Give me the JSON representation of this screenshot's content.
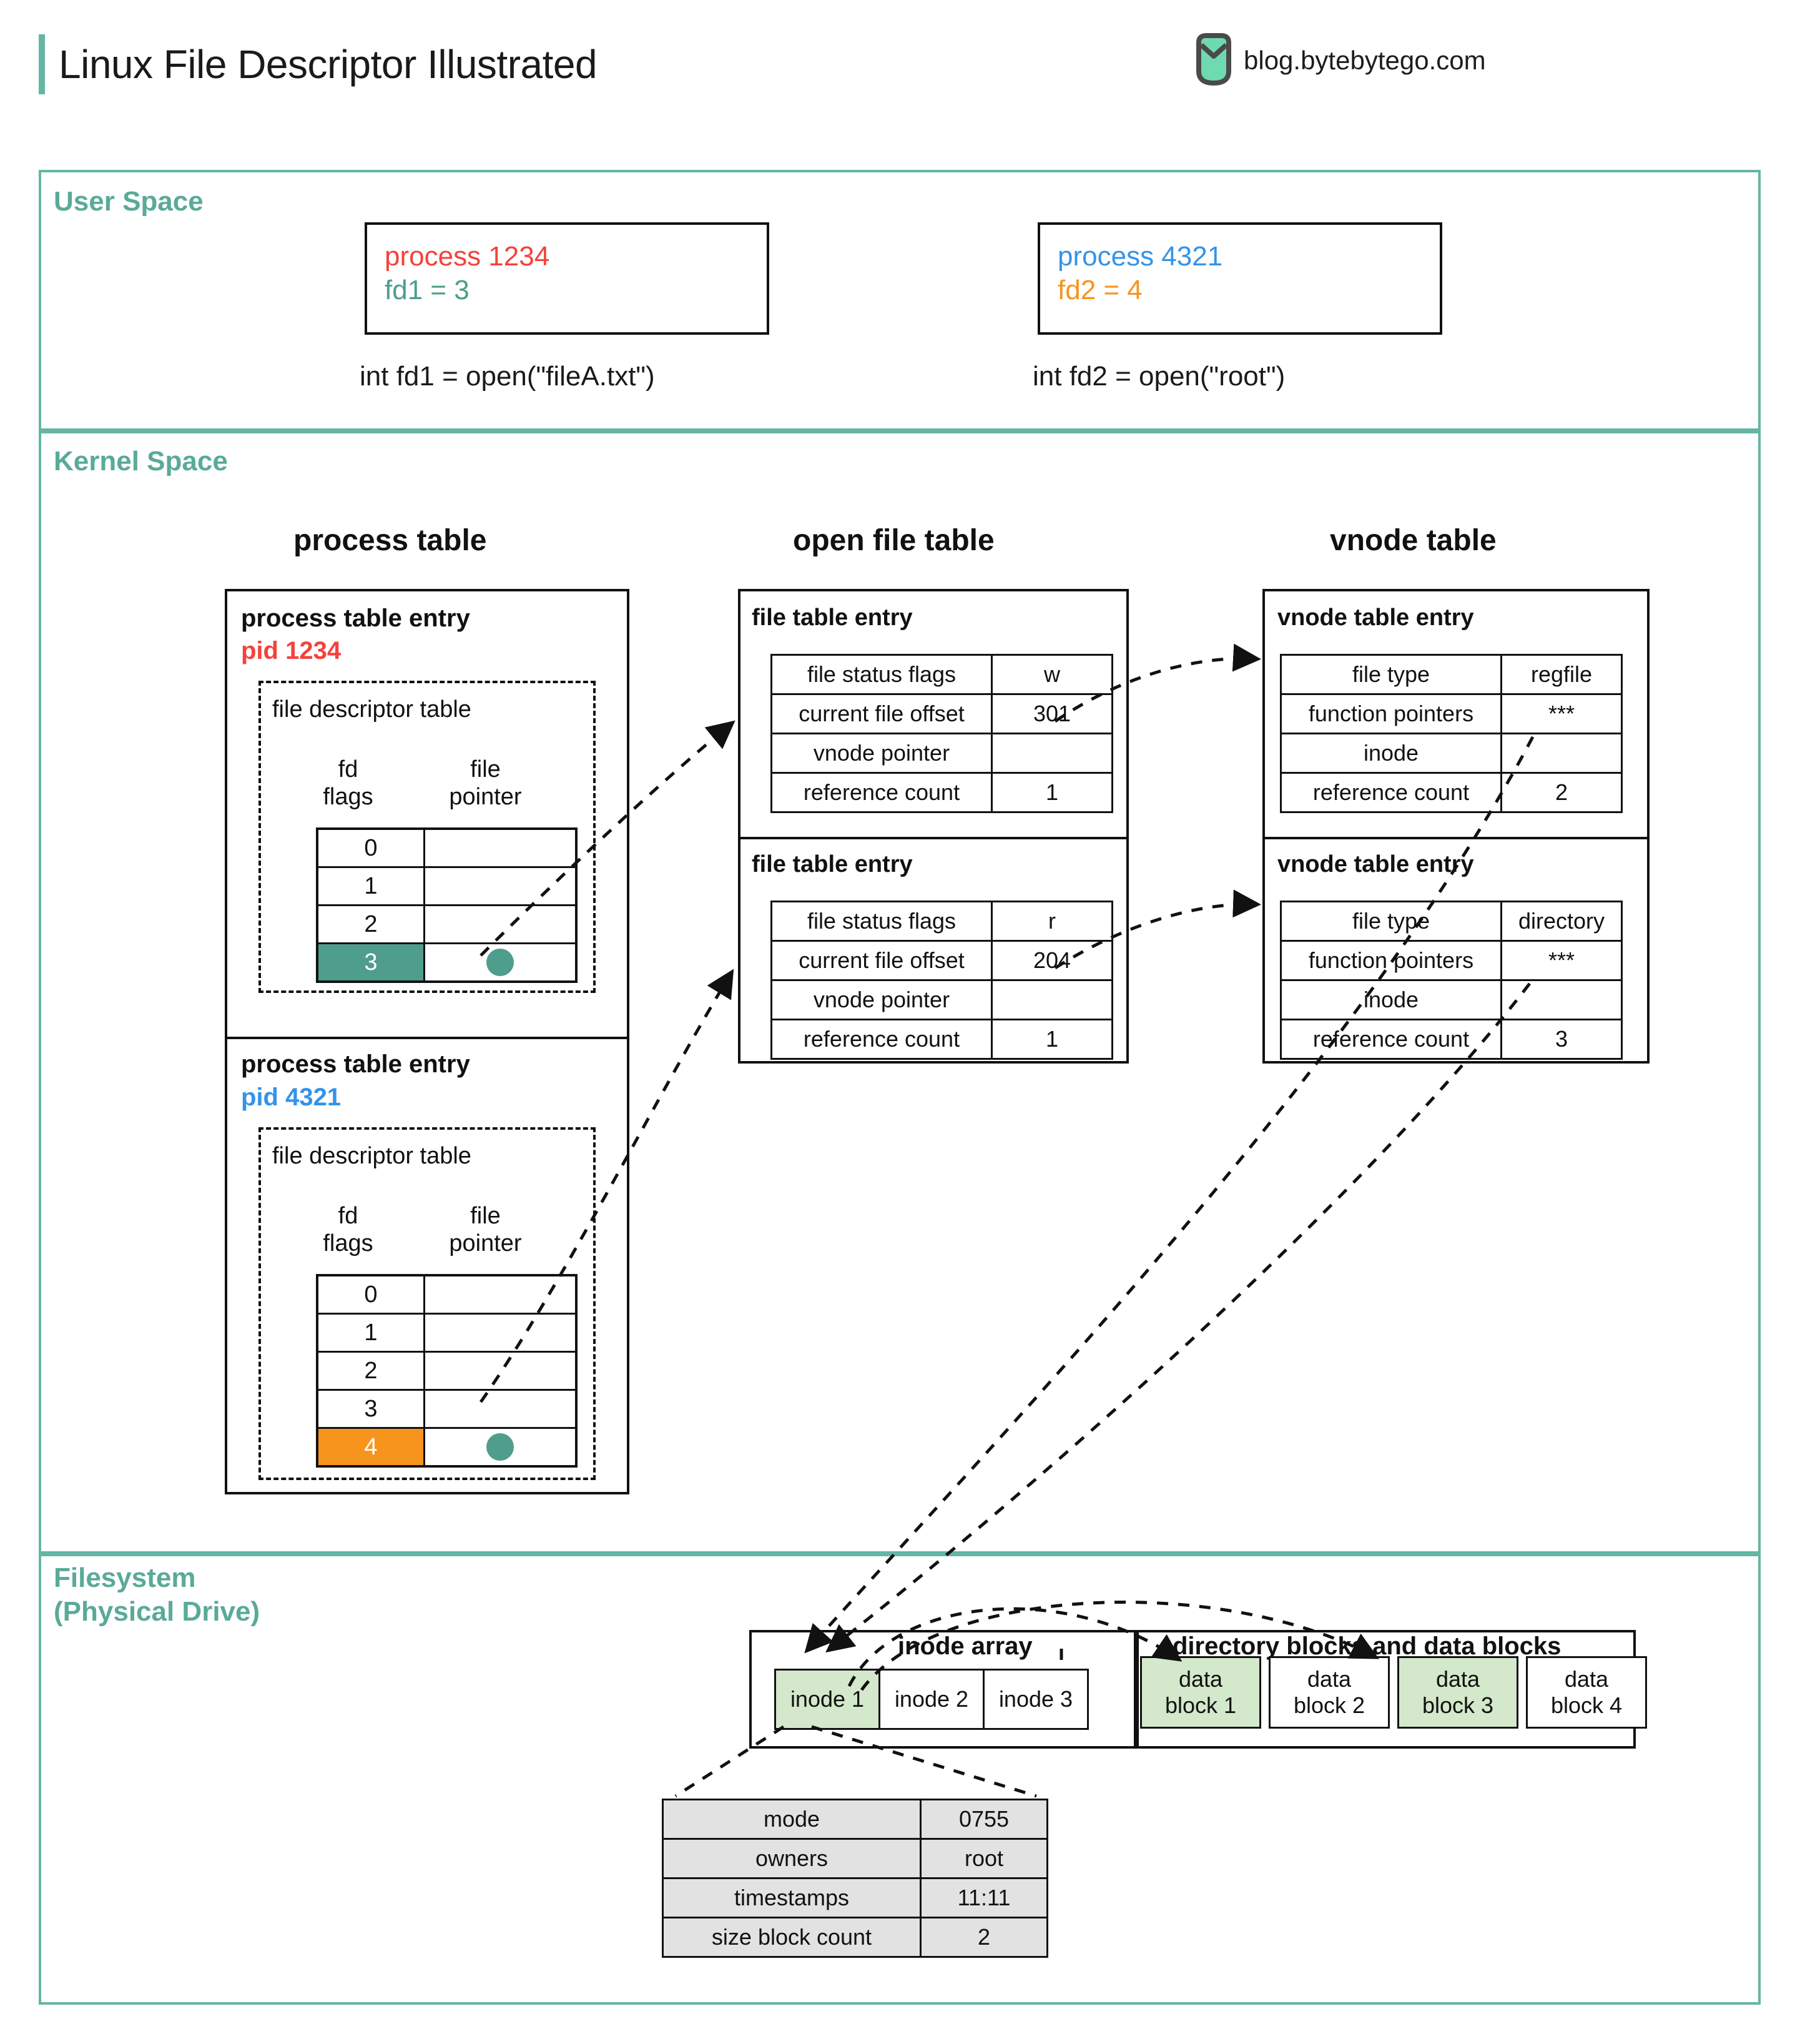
{
  "header": {
    "title": "Linux File Descriptor Illustrated",
    "brand": "blog.bytebytego.com",
    "brand_icon": "bytebytego-logo-icon",
    "accent_color": "#65b6a4"
  },
  "sections": {
    "user_space": "User Space",
    "kernel_space": "Kernel Space",
    "filesystem": "Filesystem\n(Physical Drive)",
    "filesystem_line1": "Filesystem",
    "filesystem_line2": "(Physical Drive)"
  },
  "user_space": {
    "processes": [
      {
        "name": "process 1234",
        "name_color": "#f5413c",
        "fd": "fd1 = 3",
        "fd_color": "#4e9d8d",
        "code": "int fd1 = open(\"fileA.txt\")"
      },
      {
        "name": "process 4321",
        "name_color": "#3493e8",
        "fd": "fd2 = 4",
        "fd_color": "#f7941e",
        "code": "int fd2 = open(\"root\")"
      }
    ]
  },
  "kernel_space": {
    "column_titles": {
      "process_table": "process table",
      "open_file_table": "open file table",
      "vnode_table": "vnode table"
    },
    "process_entries": [
      {
        "title": "process table entry",
        "pid": "pid 1234",
        "pid_color": "#f5413c",
        "fd_table_label": "file descriptor table",
        "header_fd": "fd",
        "header_flags": "flags",
        "header_file": "file",
        "header_pointer": "pointer",
        "rows": [
          {
            "fd": "0",
            "pointer": "",
            "highlight": ""
          },
          {
            "fd": "1",
            "pointer": "",
            "highlight": ""
          },
          {
            "fd": "2",
            "pointer": "",
            "highlight": ""
          },
          {
            "fd": "3",
            "pointer": "dot",
            "highlight": "teal"
          }
        ]
      },
      {
        "title": "process table entry",
        "pid": "pid 4321",
        "pid_color": "#3493e8",
        "fd_table_label": "file descriptor table",
        "header_fd": "fd",
        "header_flags": "flags",
        "header_file": "file",
        "header_pointer": "pointer",
        "rows": [
          {
            "fd": "0",
            "pointer": "",
            "highlight": ""
          },
          {
            "fd": "1",
            "pointer": "",
            "highlight": ""
          },
          {
            "fd": "2",
            "pointer": "",
            "highlight": ""
          },
          {
            "fd": "3",
            "pointer": "",
            "highlight": ""
          },
          {
            "fd": "4",
            "pointer": "dot",
            "highlight": "orange"
          }
        ]
      }
    ],
    "file_table_entries": [
      {
        "title": "file table entry",
        "rows": [
          {
            "key": "file status flags",
            "value": "w"
          },
          {
            "key": "current file offset",
            "value": "301"
          },
          {
            "key": "vnode pointer",
            "value": "dot"
          },
          {
            "key": "reference count",
            "value": "1"
          }
        ]
      },
      {
        "title": "file table entry",
        "rows": [
          {
            "key": "file status flags",
            "value": "r"
          },
          {
            "key": "current file offset",
            "value": "204"
          },
          {
            "key": "vnode pointer",
            "value": "dot"
          },
          {
            "key": "reference count",
            "value": "1"
          }
        ]
      }
    ],
    "vnode_table_entries": [
      {
        "title": "vnode table entry",
        "rows": [
          {
            "key": "file type",
            "value": "regfile"
          },
          {
            "key": "function pointers",
            "value": "***"
          },
          {
            "key": "inode",
            "value": "dot"
          },
          {
            "key": "reference count",
            "value": "2"
          }
        ]
      },
      {
        "title": "vnode table entry",
        "rows": [
          {
            "key": "file type",
            "value": "directory"
          },
          {
            "key": "function pointers",
            "value": "***"
          },
          {
            "key": "inode",
            "value": "dot"
          },
          {
            "key": "reference count",
            "value": "3"
          }
        ]
      }
    ]
  },
  "filesystem": {
    "inode_array": {
      "title": "inode array",
      "cells": [
        {
          "label": "inode 1",
          "highlight": true
        },
        {
          "label": "inode 2",
          "highlight": false
        },
        {
          "label": "inode 3",
          "highlight": false
        }
      ]
    },
    "data_blocks": {
      "title": "directory blocks and data blocks",
      "cells": [
        {
          "line1": "data",
          "line2": "block 1",
          "highlight": true
        },
        {
          "line1": "data",
          "line2": "block 2",
          "highlight": false
        },
        {
          "line1": "data",
          "line2": "block 3",
          "highlight": true
        },
        {
          "line1": "data",
          "line2": "block 4",
          "highlight": false
        }
      ]
    },
    "inode_detail": {
      "rows": [
        {
          "key": "mode",
          "value": "0755"
        },
        {
          "key": "owners",
          "value": "root"
        },
        {
          "key": "timestamps",
          "value": "11:11"
        },
        {
          "key": "size block count",
          "value": "2"
        }
      ]
    }
  },
  "colors": {
    "accent": "#65b6a4",
    "teal": "#4e9d8d",
    "orange": "#f7941e",
    "red": "#f5413c",
    "blue": "#3493e8",
    "green_fill": "#d4e8cb",
    "gray_fill": "#e2e2e2"
  }
}
